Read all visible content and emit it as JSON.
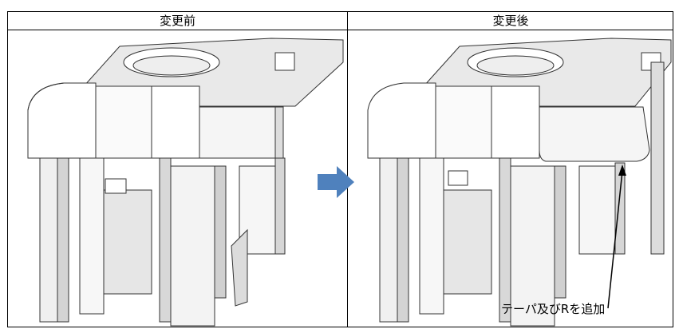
{
  "table": {
    "header_before": "変更前",
    "header_after": "変更後"
  },
  "annotation": {
    "label": "テーパ及びRを追加"
  },
  "colors": {
    "arrow": "#4f81bd",
    "line": "#000000",
    "part_face": "#f2f2f2",
    "part_shadow": "#cfcfcf"
  }
}
